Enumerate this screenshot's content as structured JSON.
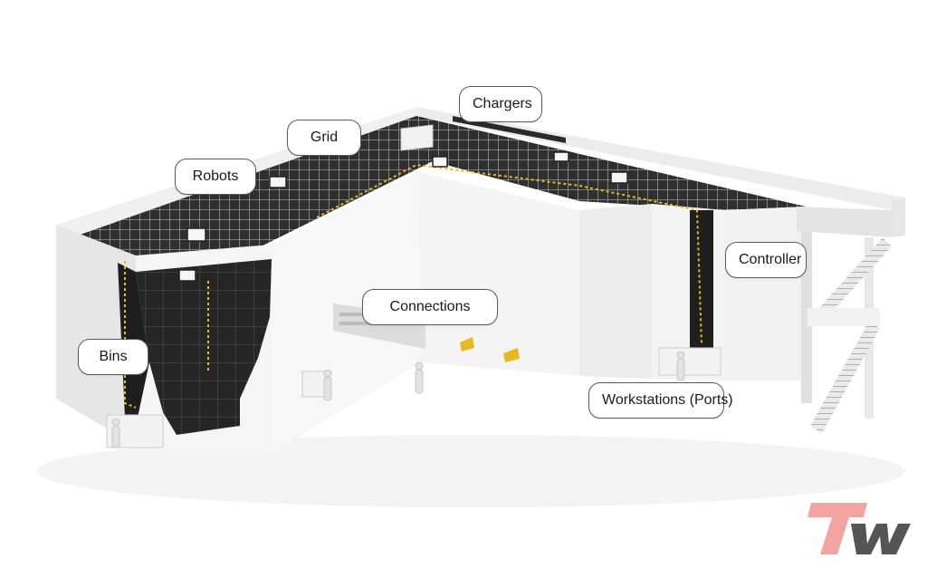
{
  "callouts": {
    "chargers": "Chargers",
    "grid": "Grid",
    "robots": "Robots",
    "connections": "Connections",
    "controller": "Controller",
    "bins": "Bins",
    "workstations": "Workstations (Ports)"
  },
  "logo": {
    "letters": "TW",
    "t_color": "#f4a3a3",
    "w_color": "#555555"
  },
  "colors": {
    "grid_dark": "#333333",
    "grid_line": "#9a9a9a",
    "path_yellow": "#e8b820",
    "wall_light": "#f4f4f4",
    "wall_shade": "#e4e4e4"
  }
}
